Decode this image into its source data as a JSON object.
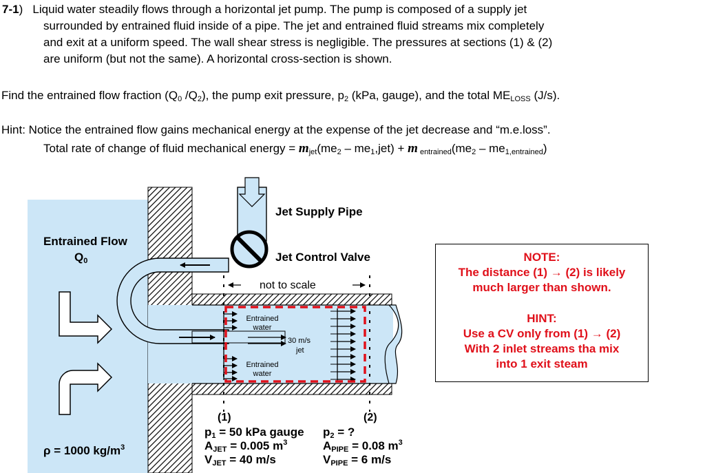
{
  "problem": {
    "number": "7-1",
    "paren": ")",
    "statement": [
      "Liquid water steadily flows through a horizontal jet pump.  The pump is composed of a supply jet",
      "surrounded by entrained fluid inside of a pipe.  The jet and entrained fluid streams mix completely",
      "and exit at a uniform speed.  The wall shear stress is negligible.  The pressures at sections (1) & (2)",
      "are uniform (but not the same).  A horizontal cross-section is shown."
    ],
    "find": {
      "a": "Find the entrained flow fraction (Q",
      "a_sub": "0",
      "b": " /Q",
      "b_sub": "2",
      "c": "), the pump exit pressure, p",
      "c_sub": "2",
      "d": " (kPa, gauge), and the total ME",
      "d_sub": "LOSS",
      "e": " (J/s)."
    },
    "hint1": "Hint: Notice the entrained flow gains mechanical energy at the expense of the jet decrease and “m.e.loss”.",
    "hint2": {
      "a": "Total rate of change of fluid mechanical energy = ",
      "m": "m",
      "jet_sub": "jet",
      "b": "(me",
      "me2_sub": "2",
      "c": " – me",
      "me1_sub": "1",
      "d": ",jet) + ",
      "entr_sub": " entrained",
      "e": "(me",
      "f": " – me",
      "me1e_sub": "1,entrained",
      "g": ")"
    }
  },
  "diagram": {
    "jet_supply_pipe": "Jet Supply Pipe",
    "jet_control_valve": "Jet Control Valve",
    "entrained_flow": "Entrained Flow",
    "q0": "Q",
    "q0_sub": "0",
    "not_to_scale": "not to scale",
    "entrained_water": "Entrained water",
    "jet_speed": "30 m/s",
    "jet_word": "jet",
    "section1": "(1)",
    "section2": "(2)",
    "p1_label": "p",
    "p1_sub": "1",
    "p1_value": " = 50 kPa gauge",
    "a_jet_label": "A",
    "a_jet_sub": "JET",
    "a_jet_value": " = 0.005 m",
    "v_jet_label": "V",
    "v_jet_sub": "JET",
    "v_jet_value": " = 40 m/s",
    "p2_label": "p",
    "p2_sub": "2",
    "p2_value": " = ?",
    "a_pipe_label": "A",
    "a_pipe_sub": "PIPE",
    "a_pipe_value": " = 0.08 m",
    "v_pipe_label": "V",
    "v_pipe_sub": "PIPE",
    "v_pipe_value": " = 6 m/s",
    "squared": "3",
    "density": "ρ = 1000 kg/m",
    "density_sup": "3"
  },
  "note_box": {
    "note_title": "NOTE:",
    "note_line1": "The distance (1) → (2) is likely",
    "note_line2": "much larger than shown.",
    "hint_title": "HINT:",
    "hint_line1": "Use a CV only from (1) → (2)",
    "hint_line2": "With 2 inlet streams tha mix",
    "hint_line3": "into 1 exit steam"
  },
  "colors": {
    "fluid": "#cce6f7",
    "control_volume": "#e0101a",
    "note_text": "#e0101a"
  }
}
